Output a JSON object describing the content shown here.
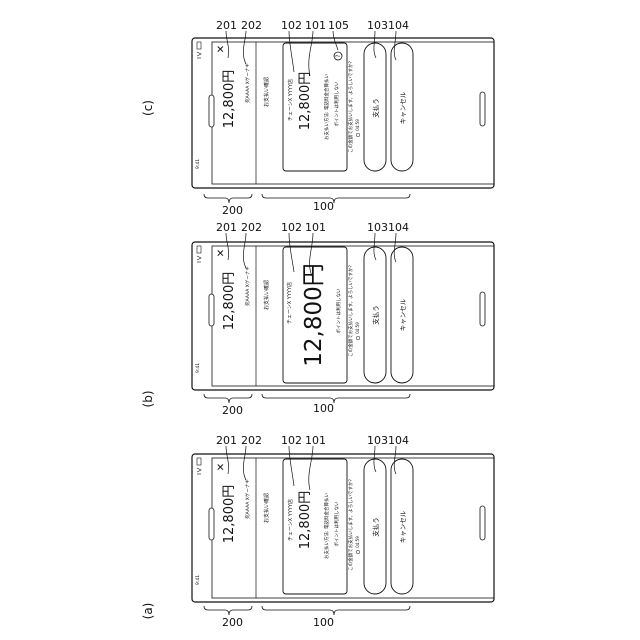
{
  "panels": [
    {
      "label": "(a)",
      "status_time": "9:41",
      "close_glyph": "✕",
      "header_amount": "12,800円",
      "header_merchant": "宛AAAA Xゲーナギ",
      "section_title": "お支払い確認",
      "store_name": "チェーンX YYYY店",
      "card_amount": "12,800円",
      "method_line": "お支払い方法: 電話料金合算払い",
      "points_line": "ポイントは利用しない",
      "confirm_line": "この金額でお支払いします。よろしいですか?",
      "timer": "04:59",
      "pay_label": "支払う",
      "cancel_label": "キャンセル",
      "callouts": [
        "201",
        "202",
        "102",
        "101",
        "103",
        "104"
      ],
      "brackets": [
        "200",
        "100"
      ]
    },
    {
      "label": "(b)",
      "status_time": "9:41",
      "close_glyph": "✕",
      "header_amount": "12,800円",
      "header_merchant": "宛AAAA Xゲーナギ",
      "section_title": "お支払い確認",
      "store_name": "チェーンX YYYY店",
      "card_amount": "12,800円",
      "points_line": "ポイントは利用しない",
      "confirm_line": "この金額でお支払いします。よろしいですか?",
      "timer": "04:59",
      "pay_label": "支払う",
      "cancel_label": "キャンセル",
      "callouts": [
        "201",
        "202",
        "102",
        "101",
        "103",
        "104"
      ],
      "brackets": [
        "200",
        "100"
      ]
    },
    {
      "label": "(c)",
      "status_time": "9:41",
      "close_glyph": "✕",
      "header_amount": "12,800円",
      "header_merchant": "宛AAAA Xゲーナギ",
      "section_title": "お支払い確認",
      "store_name": "チェーンX YYYY店",
      "card_amount": "12,800円",
      "method_line": "お支払い方法: 電話料金合算払い",
      "points_line": "ポイントは利用しない",
      "confirm_line": "この金額でお支払いします。よろしいですか?",
      "timer": "04:59",
      "pay_label": "支払う",
      "cancel_label": "キャンセル",
      "help_glyph": "?",
      "callouts": [
        "201",
        "202",
        "102",
        "101",
        "105",
        "103",
        "104"
      ],
      "brackets": [
        "200",
        "100"
      ]
    }
  ]
}
